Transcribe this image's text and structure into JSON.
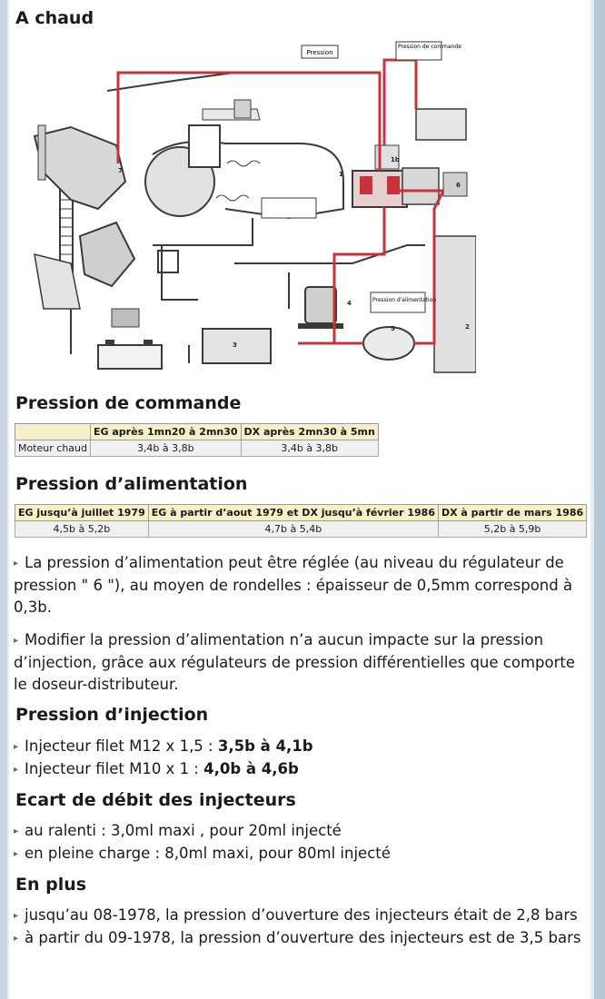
{
  "title": "A chaud",
  "diagram": {
    "labels": {
      "pression": "Pression",
      "pression_commande": "Pression de commande",
      "pression_alimentation": "Pression d'alimentation",
      "num_1": "1",
      "num_1b": "1b",
      "num_2": "2",
      "num_3": "3",
      "num_4": "4",
      "num_5": "5",
      "num_6": "6",
      "num_7": "7"
    },
    "colors": {
      "line_dark": "#3a3a3a",
      "line_red": "#c8323c",
      "fill_gray": "#b8b8b8"
    }
  },
  "commande": {
    "heading": "Pression de commande",
    "headers": [
      "",
      "EG après 1mn20 à 2mn30",
      "DX après 2mn30 à 5mn"
    ],
    "rows": [
      [
        "Moteur chaud",
        "3,4b à 3,8b",
        "3,4b à 3,8b"
      ]
    ]
  },
  "alimentation": {
    "heading": "Pression d’alimentation",
    "headers": [
      "EG jusqu’à juillet 1979",
      "EG à partir d’aout 1979 et DX jusqu’à février 1986",
      "DX à partir de mars 1986"
    ],
    "rows": [
      [
        "4,5b à 5,2b",
        "4,7b à 5,4b",
        "5,2b à 5,9b"
      ]
    ],
    "para1": "La pression d’alimentation peut être réglée (au niveau du régulateur de pression \" 6 \"), au moyen de rondelles : épaisseur de 0,5mm correspond à 0,3b.",
    "para2": "Modifier la pression d’alimentation n’a aucun impacte sur la pression d’injection, grâce aux régulateurs de pression différentielles que comporte le doseur-distributeur."
  },
  "injection": {
    "heading": "Pression d’injection",
    "items": [
      {
        "text": "Injecteur filet M12 x 1,5 : ",
        "value": "3,5b à 4,1b"
      },
      {
        "text": "Injecteur filet M10 x 1 : ",
        "value": "4,0b à 4,6b"
      }
    ]
  },
  "ecart": {
    "heading": "Ecart de débit des injecteurs",
    "items": [
      "au ralenti : 3,0ml maxi , pour 20ml injecté",
      "en pleine charge : 8,0ml maxi, pour 80ml injecté"
    ]
  },
  "plus": {
    "heading": "En plus",
    "items": [
      "jusqu’au 08-1978, la pression d’ouverture des injecteurs était de 2,8 bars",
      "à partir du 09-1978, la pression d’ouverture des injecteurs est de 3,5 bars"
    ]
  }
}
